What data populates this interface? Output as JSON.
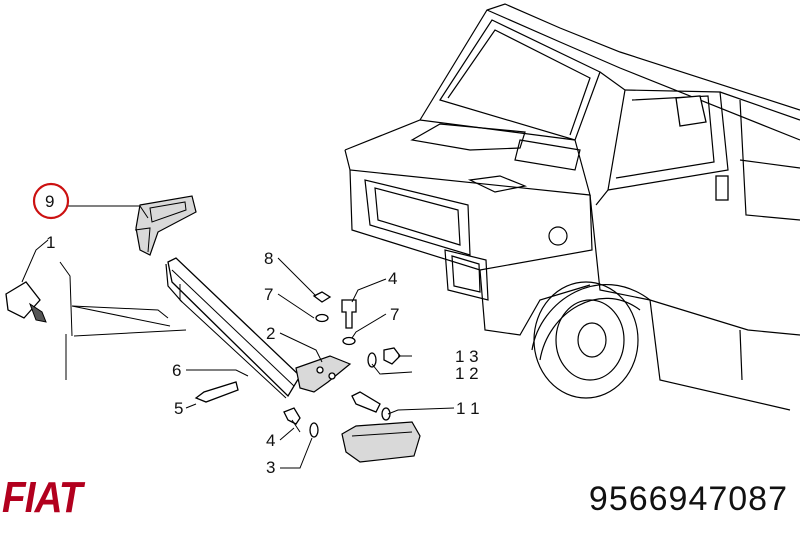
{
  "brand": {
    "logo_text": "FIAT",
    "logo_color": "#b2001e"
  },
  "part_number": "9566947087",
  "highlight": {
    "callout": "9",
    "ring_color": "#cc1111"
  },
  "callouts": {
    "c1": "1",
    "c2": "2",
    "c3": "3",
    "c4a": "4",
    "c4b": "4",
    "c5": "5",
    "c6": "6",
    "c7a": "7",
    "c7b": "7",
    "c8": "8",
    "c9": "9",
    "c11": "1 1",
    "c12": "1 2",
    "c13": "1 3"
  }
}
